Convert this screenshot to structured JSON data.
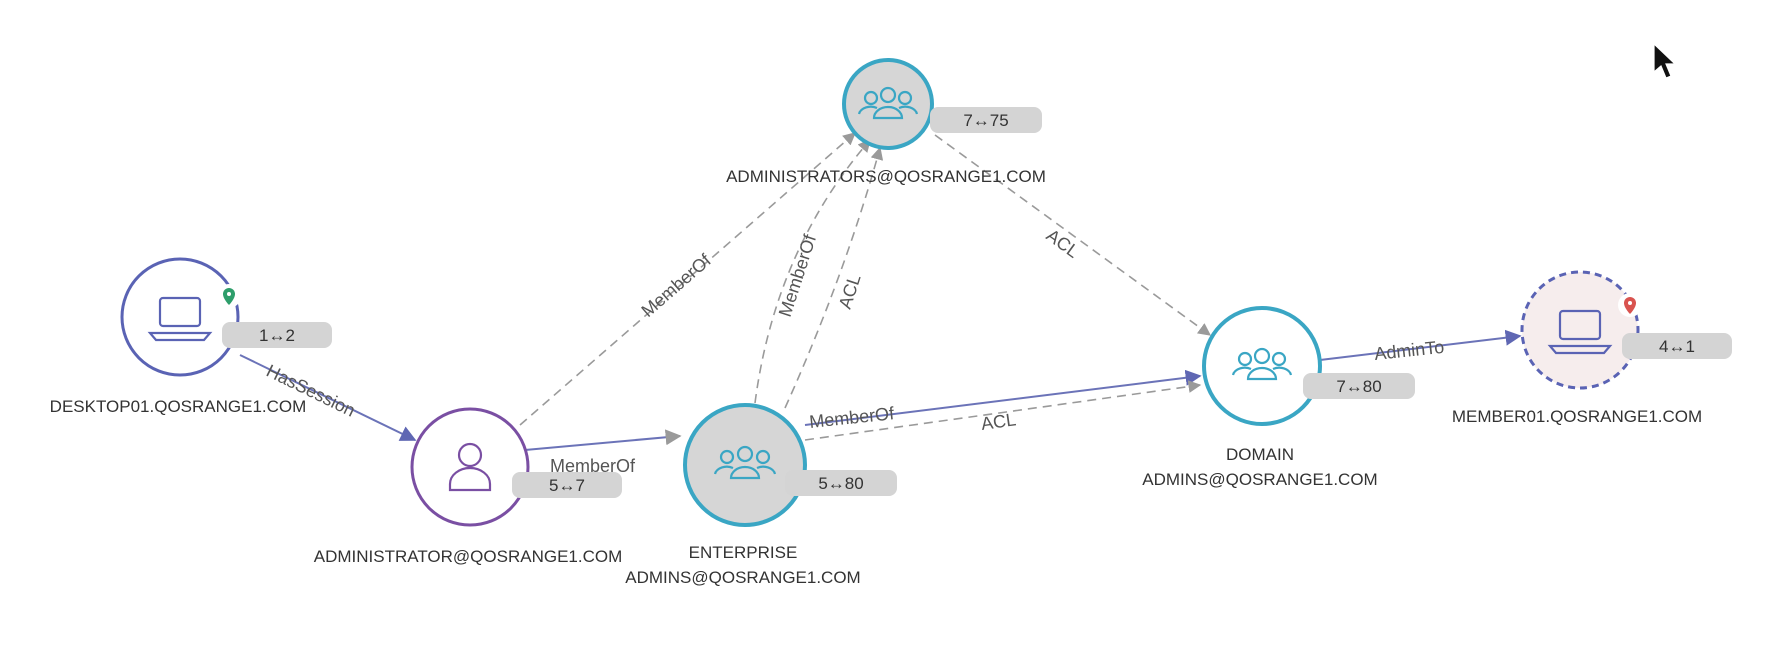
{
  "graph": {
    "nodes": {
      "desktop01": {
        "label": "DESKTOP01.QOSRANGE1.COM",
        "badge": "1↔2",
        "type": "computer",
        "icon": "laptop-icon",
        "marker": "location-pin-icon",
        "marker_color": "#2e9e6b",
        "ring_color": "#5a63b4"
      },
      "administrator": {
        "label": "ADMINISTRATOR@QOSRANGE1.COM",
        "badge": "5↔7",
        "type": "user",
        "icon": "user-icon",
        "ring_color": "#7a4fa3"
      },
      "enterprise_admins": {
        "label_line1": "ENTERPRISE",
        "label_line2": "ADMINS@QOSRANGE1.COM",
        "badge": "5↔80",
        "type": "group",
        "icon": "group-icon",
        "ring_color": "#3aa6c4"
      },
      "administrators": {
        "label": "ADMINISTRATORS@QOSRANGE1.COM",
        "badge": "7↔75",
        "type": "group",
        "icon": "group-icon",
        "ring_color": "#3aa6c4"
      },
      "domain_admins": {
        "label_line1": "DOMAIN",
        "label_line2": "ADMINS@QOSRANGE1.COM",
        "badge": "7↔80",
        "type": "group",
        "icon": "group-icon",
        "ring_color": "#3aa6c4"
      },
      "member01": {
        "label": "MEMBER01.QOSRANGE1.COM",
        "badge": "4↔1",
        "type": "computer",
        "icon": "laptop-icon",
        "marker": "location-pin-icon",
        "marker_color": "#d9534f",
        "ring_color": "#5a63b4"
      }
    },
    "edges": {
      "hassession": "HasSession",
      "memberof_admin_to_admins": "MemberOf",
      "memberof_admin_to_ea": "MemberOf",
      "memberof_ea_to_admins": "MemberOf",
      "acl_ea_to_admins": "ACL",
      "memberof_ea_to_da": "MemberOf",
      "acl_ea_to_da": "ACL",
      "acl_admins_to_da": "ACL",
      "adminto_da_to_member": "AdminTo"
    }
  }
}
